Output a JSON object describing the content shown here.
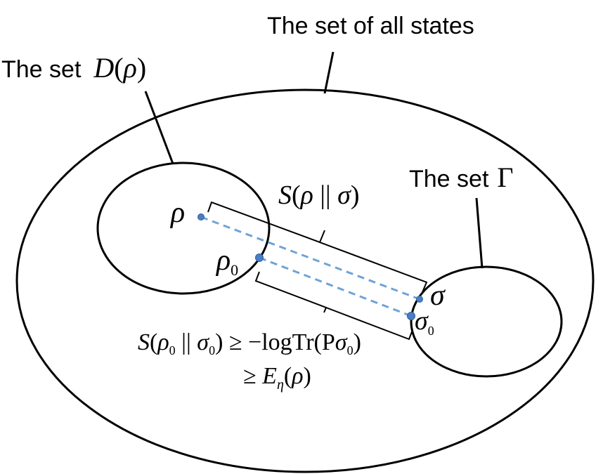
{
  "labels": {
    "all_states": "The set of all states",
    "set_d_prefix": "The set",
    "set_d_symbol": "D",
    "set_d_open": "(",
    "set_d_arg": "ρ",
    "set_d_close": ")",
    "set_gamma_prefix": "The set",
    "set_gamma_symbol": "Γ"
  },
  "points": {
    "rho": "ρ",
    "rho0_base": "ρ",
    "rho0_sub": "0",
    "sigma": "σ",
    "sigma0_base": "σ",
    "sigma0_sub": "0"
  },
  "formulas": {
    "top_S": "S",
    "top_open": "(",
    "top_rho": "ρ",
    "top_bars": " || ",
    "top_sigma": "σ",
    "top_close": ")",
    "bottom_line1_S": "S",
    "bottom_line1_open": "(",
    "bottom_line1_rho": "ρ",
    "bottom_line1_rho_sub": "0",
    "bottom_line1_bars": " || ",
    "bottom_line1_sigma": "σ",
    "bottom_line1_sigma_sub": "0",
    "bottom_line1_rest": ") ≥ −logTr(P",
    "bottom_line1_sigma2": "σ",
    "bottom_line1_sigma2_sub": "0",
    "bottom_line1_close": ")",
    "bottom_line2_geq": "≥ ",
    "bottom_line2_E": "E",
    "bottom_line2_E_sub": "η",
    "bottom_line2_open": "(",
    "bottom_line2_rho": "ρ",
    "bottom_line2_close": ")"
  },
  "colors": {
    "stroke": "#000000",
    "point": "#4a7ec4",
    "point_stroke": "#2f5f9e",
    "dashed": "#6fa3d6"
  }
}
